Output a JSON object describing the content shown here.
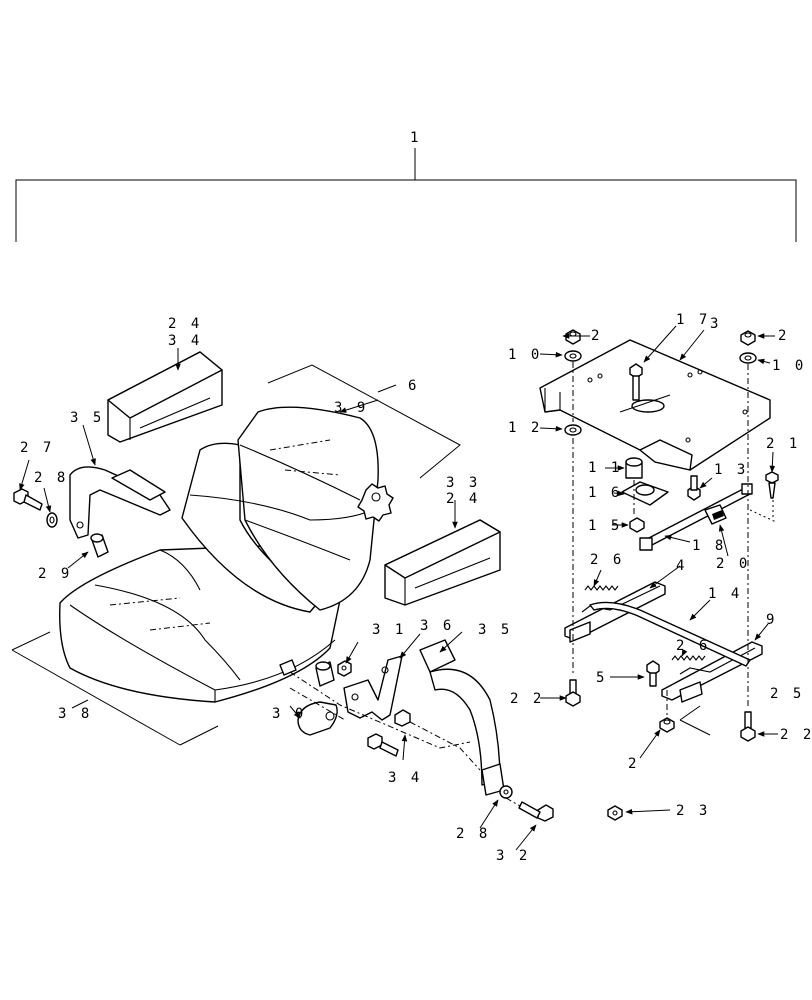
{
  "labels": {
    "l1": "1",
    "l2a": "2",
    "l2b": "2",
    "l2c": "2",
    "l3": "3",
    "l4": "4",
    "l5": "5",
    "l6": "6",
    "l9": "9",
    "l10a": "1 0",
    "l10b": "1 0",
    "l11": "1 1",
    "l12": "1 2",
    "l13": "1 3",
    "l14": "1 4",
    "l15": "1 5",
    "l16": "1 6",
    "l17": "1 7",
    "l18": "1 8",
    "l20": "2 0",
    "l21": "2 1",
    "l22a": "2 2",
    "l22b": "2 2",
    "l23": "2 3",
    "l24a": "2 4",
    "l24b": "2 4",
    "l25": "2 5",
    "l26a": "2 6",
    "l26b": "2 6",
    "l27": "2 7",
    "l28a": "2 8",
    "l28b": "2 8",
    "l29": "2 9",
    "l30": "3 0",
    "l31": "3 1",
    "l32": "3 2",
    "l33": "3 3",
    "l34a": "3 4",
    "l34b": "3 4",
    "l35a": "3 5",
    "l35b": "3 5",
    "l36": "3 6",
    "l38": "3 8",
    "l39": "3 9"
  },
  "colors": {
    "ink": "#000000",
    "paper": "#ffffff"
  }
}
